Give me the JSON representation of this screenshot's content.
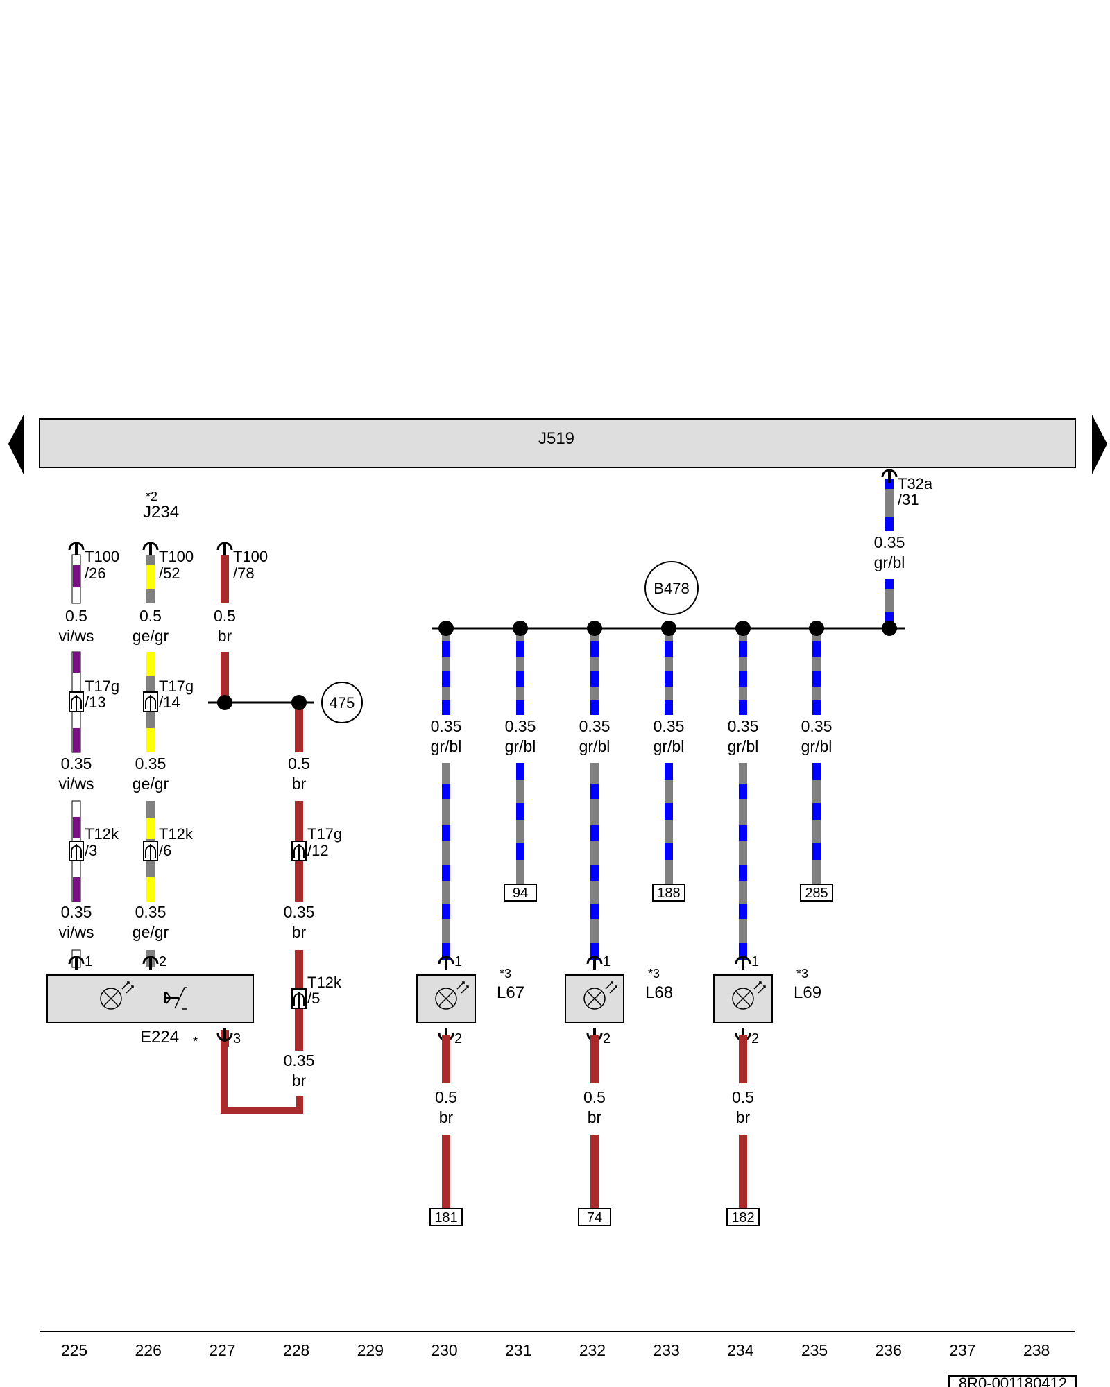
{
  "header_bar": {
    "component": "J519"
  },
  "colors": {
    "vi": "#7b0f85",
    "ws": "#ffffff",
    "ge": "#ffff00",
    "gr": "#808080",
    "bl": "#0000ff",
    "br": "#aa2b2b",
    "component_fill": "#dedede"
  },
  "components": {
    "E224": {
      "name": "E224",
      "note": "*",
      "pin1": "1",
      "pin2": "2",
      "pin3": "3"
    },
    "J234": {
      "name": "J234",
      "note": "*2"
    },
    "L67": {
      "name": "L67",
      "note": "*3",
      "pin1": "1",
      "pin2": "2"
    },
    "L68": {
      "name": "L68",
      "note": "*3",
      "pin1": "1",
      "pin2": "2"
    },
    "L69": {
      "name": "L69",
      "note": "*3",
      "pin1": "1",
      "pin2": "2"
    }
  },
  "connectors": {
    "t100_26": {
      "name": "T100",
      "pin": "/26"
    },
    "t100_52": {
      "name": "T100",
      "pin": "/52"
    },
    "t100_78": {
      "name": "T100",
      "pin": "/78"
    },
    "t17g_13": {
      "name": "T17g",
      "pin": "/13"
    },
    "t17g_14": {
      "name": "T17g",
      "pin": "/14"
    },
    "t17g_12": {
      "name": "T17g",
      "pin": "/12"
    },
    "t12k_3": {
      "name": "T12k",
      "pin": "/3"
    },
    "t12k_6": {
      "name": "T12k",
      "pin": "/6"
    },
    "t12k_5": {
      "name": "T12k",
      "pin": "/5"
    },
    "t32a_31": {
      "name": "T32a",
      "pin": "/31"
    }
  },
  "splices": {
    "s475": "475",
    "b478": "B478"
  },
  "wire_labels": {
    "c1_a": {
      "size": "0.5",
      "color": "vi/ws"
    },
    "c1_b": {
      "size": "0.35",
      "color": "vi/ws"
    },
    "c1_c": {
      "size": "0.35",
      "color": "vi/ws"
    },
    "c2_a": {
      "size": "0.5",
      "color": "ge/gr"
    },
    "c2_b": {
      "size": "0.35",
      "color": "ge/gr"
    },
    "c2_c": {
      "size": "0.35",
      "color": "ge/gr"
    },
    "c3_a": {
      "size": "0.5",
      "color": "br"
    },
    "c4_a": {
      "size": "0.5",
      "color": "br"
    },
    "c4_b": {
      "size": "0.35",
      "color": "br"
    },
    "c4_c": {
      "size": "0.35",
      "color": "br"
    },
    "t32": {
      "size": "0.35",
      "color": "gr/bl"
    },
    "b1": {
      "size": "0.35",
      "color": "gr/bl"
    },
    "b2": {
      "size": "0.35",
      "color": "gr/bl"
    },
    "b3": {
      "size": "0.35",
      "color": "gr/bl"
    },
    "b4": {
      "size": "0.35",
      "color": "gr/bl"
    },
    "b5": {
      "size": "0.35",
      "color": "gr/bl"
    },
    "b6": {
      "size": "0.35",
      "color": "gr/bl"
    },
    "g1": {
      "size": "0.5",
      "color": "br"
    },
    "g2": {
      "size": "0.5",
      "color": "br"
    },
    "g3": {
      "size": "0.5",
      "color": "br"
    }
  },
  "references": {
    "r94": "94",
    "r188": "188",
    "r285": "285",
    "r181": "181",
    "r74": "74",
    "r182": "182"
  },
  "columns": [
    "225",
    "226",
    "227",
    "228",
    "229",
    "230",
    "231",
    "232",
    "233",
    "234",
    "235",
    "236",
    "237",
    "238"
  ],
  "doc_id": "8R0-001180412"
}
